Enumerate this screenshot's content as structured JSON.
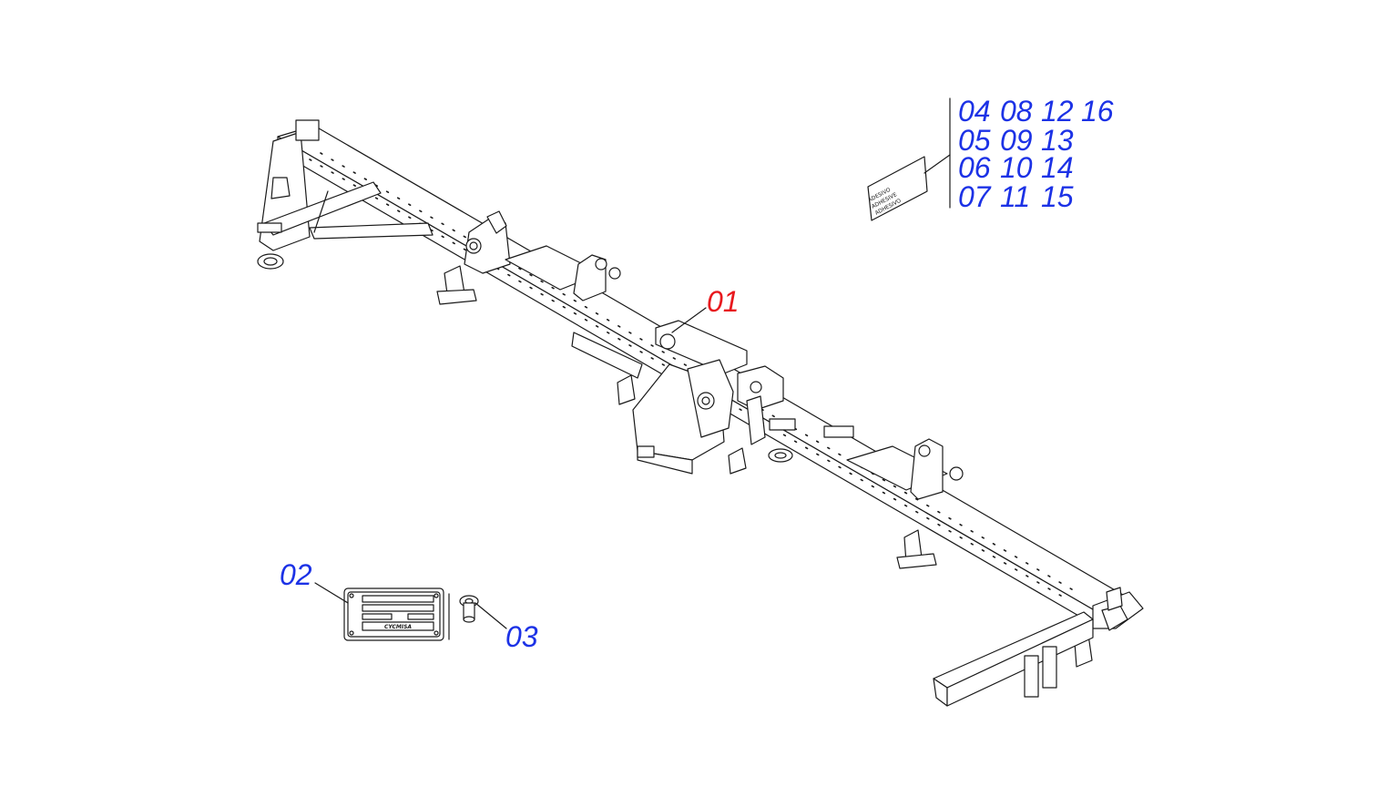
{
  "colors": {
    "selected": "#e8191e",
    "callout": "#1c32e6",
    "line": "#1a1a1a"
  },
  "callouts": {
    "selected": "01",
    "plate": "02",
    "rivet": "03"
  },
  "sticker_refs": [
    [
      "04",
      "08",
      "12",
      "16"
    ],
    [
      "05",
      "09",
      "13"
    ],
    [
      "06",
      "10",
      "14"
    ],
    [
      "07",
      "11",
      "15"
    ]
  ],
  "sticker_text": [
    "ADHESIVO",
    "ADHESIVE",
    "ADESIVO"
  ],
  "plate_brand": "CYCMISA"
}
